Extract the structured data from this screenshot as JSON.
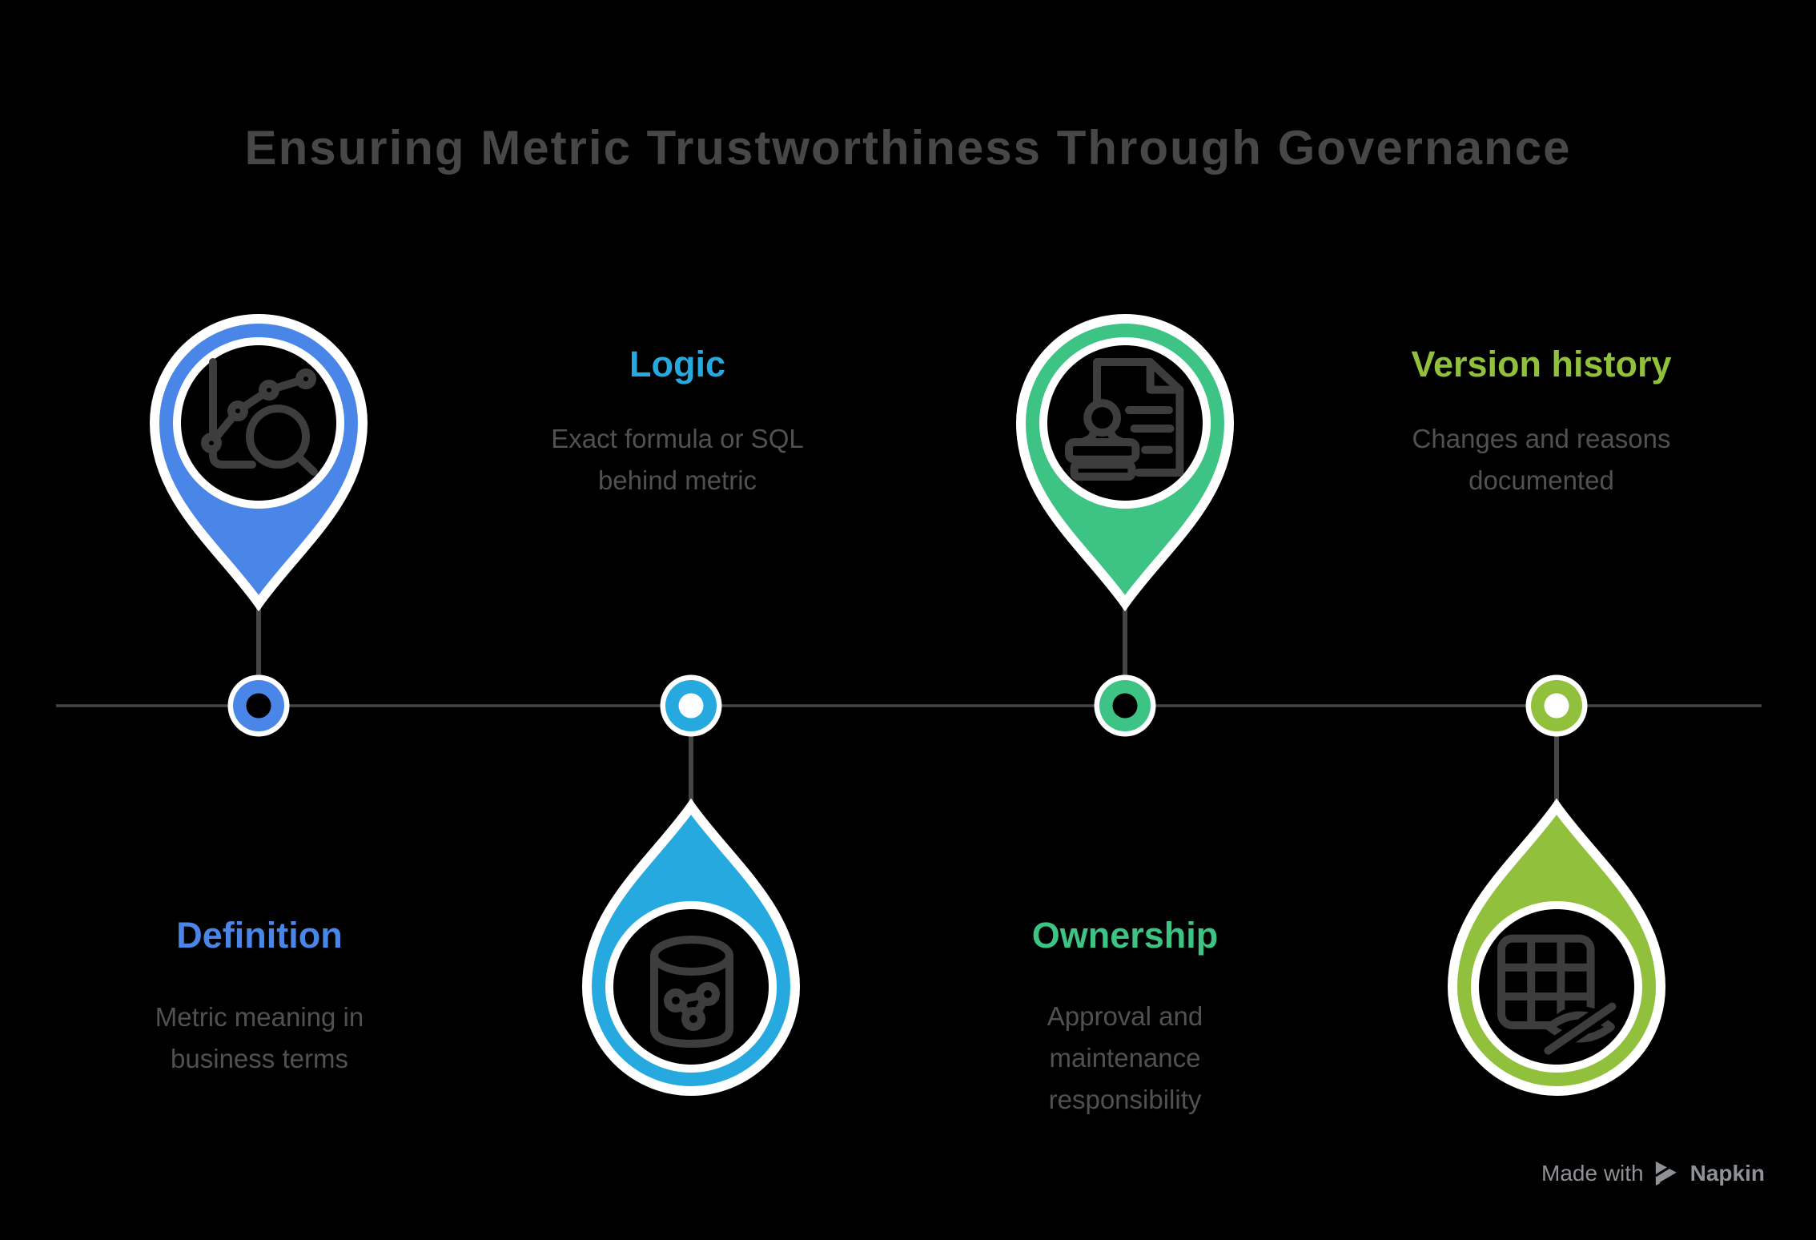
{
  "title": "Ensuring Metric Trustworthiness Through Governance",
  "colors": {
    "background": "#000000",
    "title_text": "#474747",
    "description_text": "#515151",
    "line": "#454545",
    "icon_stroke": "#3D3D3D",
    "footer_text": "#8E9297",
    "blue": "#4A86E8",
    "cyan": "#25A9DF",
    "green": "#3DC383",
    "lime": "#90C03C"
  },
  "milestones": [
    {
      "label": "Definition",
      "description": "Metric meaning in\nbusiness terms",
      "color": "#4A86E8",
      "icon": "chart-magnifier-icon",
      "pin_position": "above-line",
      "text_position": "below-line"
    },
    {
      "label": "Logic",
      "description": "Exact formula or SQL\nbehind metric",
      "color": "#25A9DF",
      "icon": "database-share-icon",
      "pin_position": "below-line",
      "text_position": "above-line"
    },
    {
      "label": "Ownership",
      "description": "Approval and\nmaintenance\nresponsibility",
      "color": "#3DC383",
      "icon": "stamp-document-icon",
      "pin_position": "above-line",
      "text_position": "below-line"
    },
    {
      "label": "Version history",
      "description": "Changes and reasons\ndocumented",
      "color": "#90C03C",
      "icon": "table-hidden-icon",
      "pin_position": "below-line",
      "text_position": "above-line"
    }
  ],
  "footer": {
    "made_with": "Made with",
    "brand": "Napkin"
  }
}
